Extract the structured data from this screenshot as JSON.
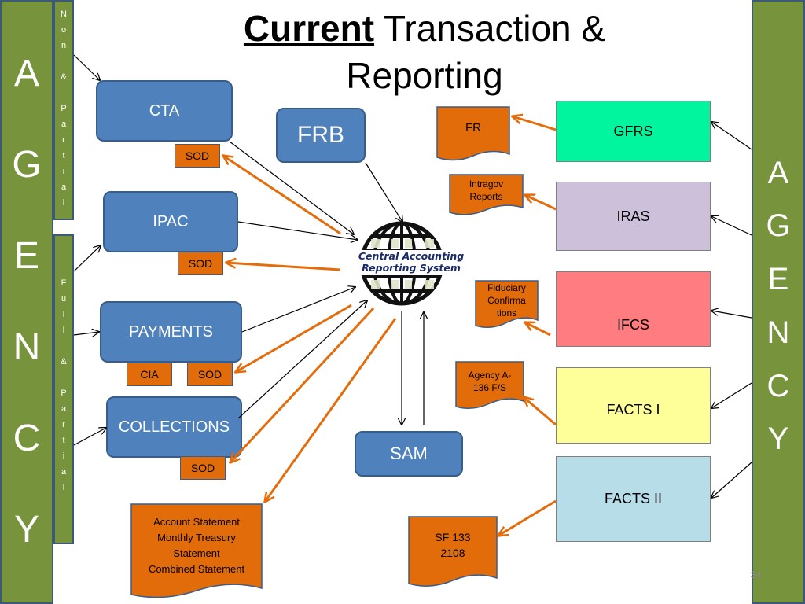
{
  "title": {
    "emphasis": "Current",
    "rest_line1": " Transaction &",
    "line2": "Reporting"
  },
  "left_agency": [
    "A",
    "G",
    "E",
    "N",
    "C",
    "Y"
  ],
  "right_agency": [
    "A",
    "G",
    "E",
    "N",
    "C",
    "Y"
  ],
  "non_partial": [
    "N",
    "o",
    "n",
    "",
    "&",
    "",
    "P",
    "a",
    "r",
    "t",
    "i",
    "a",
    "l"
  ],
  "full_partial": [
    "F",
    "u",
    "l",
    "l",
    "",
    "&",
    "",
    "P",
    "a",
    "r",
    "t",
    "i",
    "a",
    "l"
  ],
  "boxes": {
    "cta": "CTA",
    "ipac": "IPAC",
    "payments": "PAYMENTS",
    "collections": "COLLECTIONS",
    "frb": "FRB",
    "sam": "SAM",
    "sod1": "SOD",
    "sod2": "SOD",
    "sod3": "SOD",
    "sod4": "SOD",
    "cia": "CIA"
  },
  "right_systems": {
    "gfrs": "GFRS",
    "iras": "IRAS",
    "ifcs": "IFCS",
    "facts1": "FACTS I",
    "facts2": "FACTS II"
  },
  "documents": {
    "fr": "FR",
    "intragov": [
      "Intragov",
      "Reports"
    ],
    "fiduciary": [
      "Fiduciary",
      "Confirma",
      "tions"
    ],
    "agency_a136": [
      "Agency A-",
      "136 F/S"
    ],
    "sf133": [
      "SF 133",
      "2108"
    ],
    "account_statement": [
      "Account  Statement",
      "Monthly Treasury",
      "Statement",
      "Combined Statement"
    ]
  },
  "logo": {
    "line1": "Central Accounting",
    "line2": "Reporting System"
  },
  "page_number": "34",
  "colors": {
    "agency_green": "#77933c",
    "box_blue": "#4f81bd",
    "doc_orange": "#e36c0a",
    "gfrs": "#00f59e",
    "iras": "#ccc0da",
    "ifcs": "#ff7c80",
    "facts1": "#ffff99",
    "facts2": "#b7dde8"
  }
}
